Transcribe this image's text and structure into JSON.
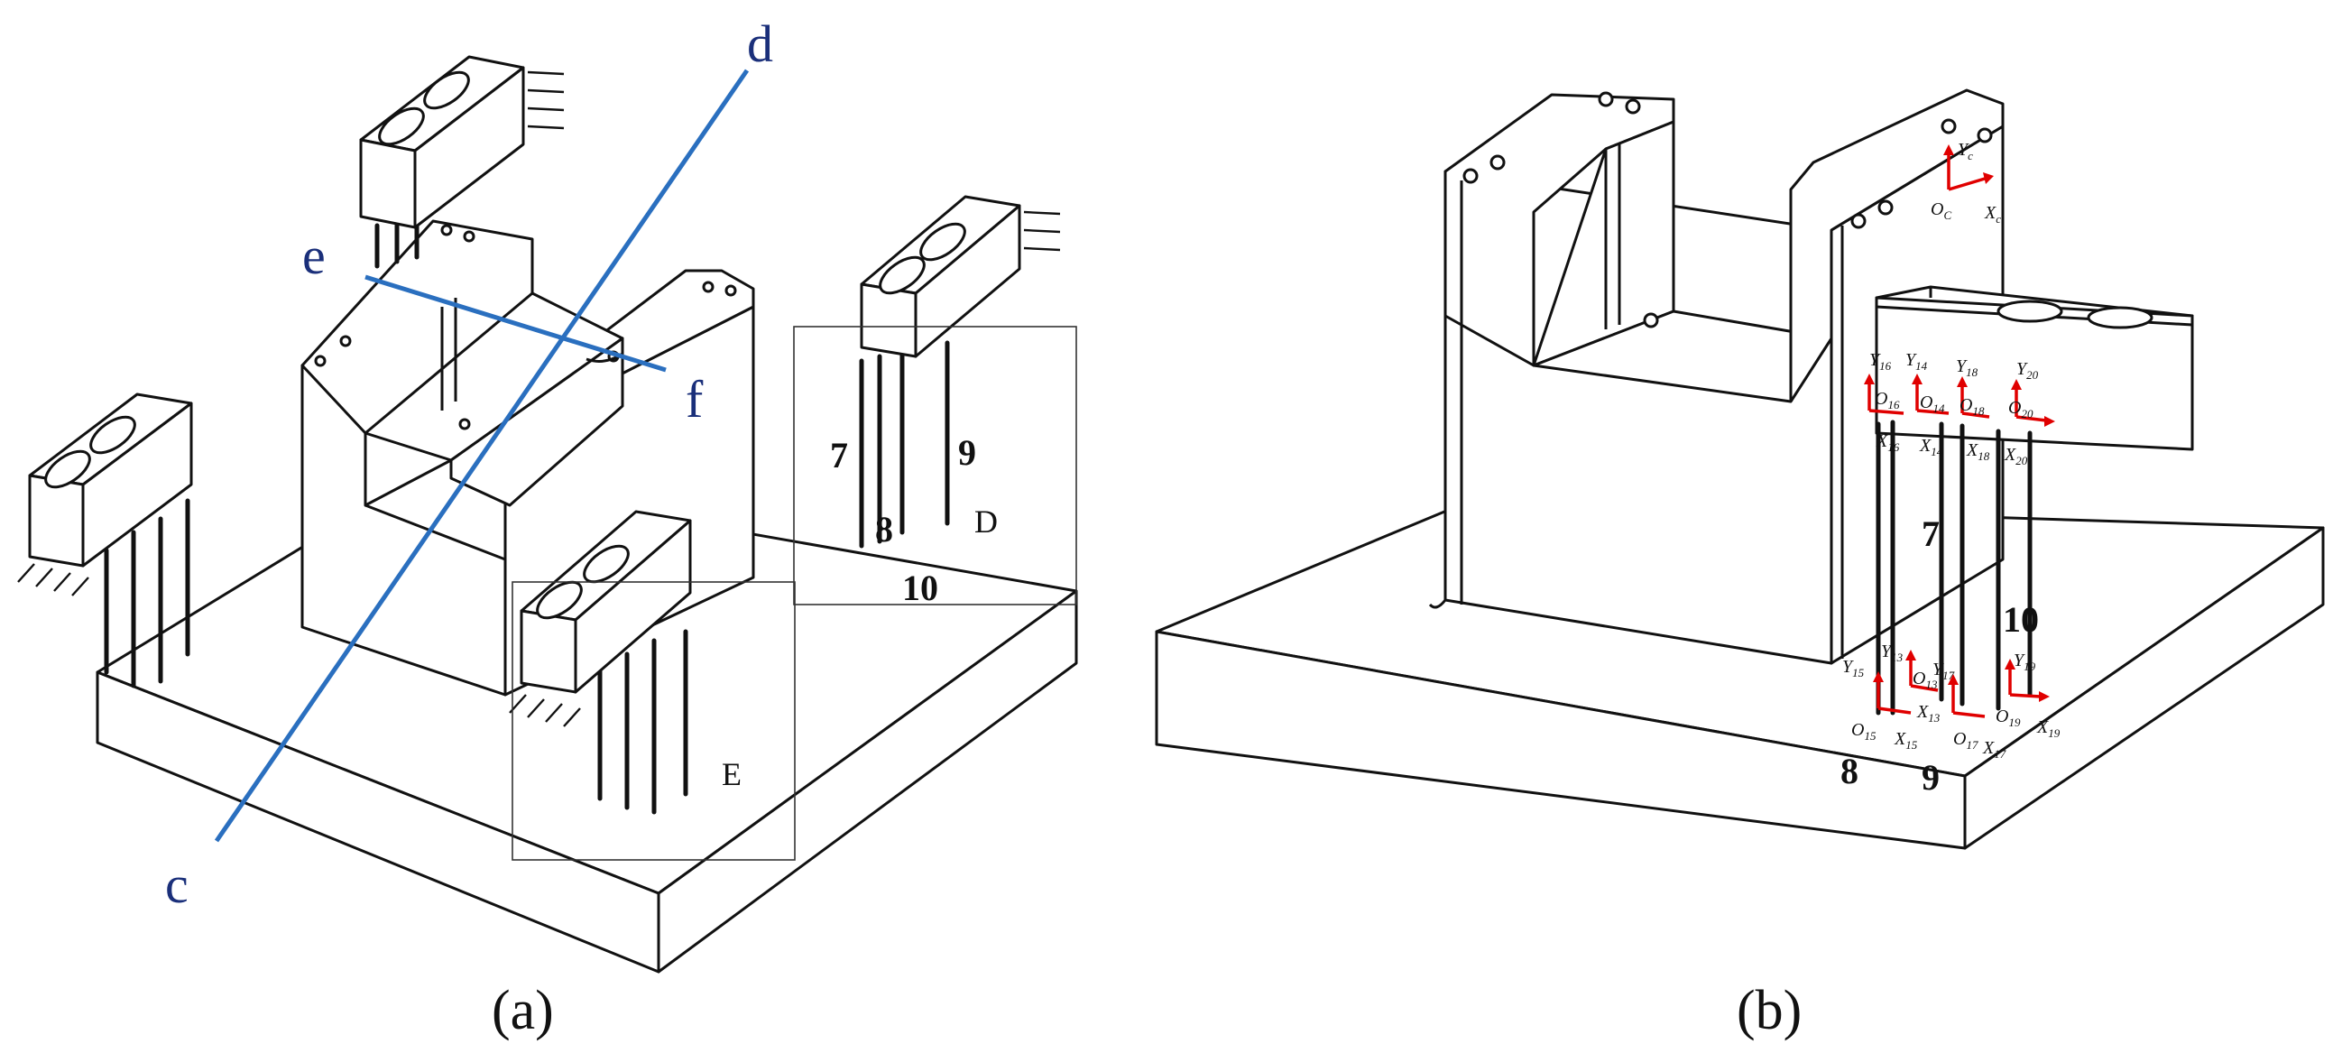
{
  "panel_a": {
    "caption": "(a)",
    "line_labels": {
      "c": "c",
      "d": "d",
      "e": "e",
      "f": "f"
    },
    "pin_labels": {
      "p7": "7",
      "p8": "8",
      "p9": "9",
      "p10": "10"
    },
    "box_labels": {
      "D": "D",
      "E": "E"
    },
    "colors": {
      "section_lines": "#2a6fbf",
      "labels": "#1a2f7a"
    }
  },
  "panel_b": {
    "caption": "(b)",
    "pin_labels": {
      "p7": "7",
      "p8": "8",
      "p9": "9",
      "p10": "10"
    },
    "coord_color": "#e00000",
    "frames": {
      "c": {
        "Y": "Y",
        "Ysub": "c",
        "O": "O",
        "Osub": "C",
        "X": "X",
        "Xsub": "c"
      },
      "16": {
        "Y": "Y",
        "Ysub": "16",
        "O": "O",
        "Osub": "16",
        "X": "X",
        "Xsub": "16"
      },
      "14": {
        "Y": "Y",
        "Ysub": "14",
        "O": "O",
        "Osub": "14",
        "X": "X",
        "Xsub": "14"
      },
      "18": {
        "Y": "Y",
        "Ysub": "18",
        "O": "O",
        "Osub": "18",
        "X": "X",
        "Xsub": "18"
      },
      "20": {
        "Y": "Y",
        "Ysub": "20",
        "O": "O",
        "Osub": "20",
        "X": "X",
        "Xsub": "20"
      },
      "15": {
        "Y": "Y",
        "Ysub": "15",
        "O": "O",
        "Osub": "15",
        "X": "X",
        "Xsub": "15"
      },
      "13": {
        "Y": "Y",
        "Ysub": "13",
        "O": "O",
        "Osub": "13",
        "X": "X",
        "Xsub": "13"
      },
      "17": {
        "Y": "Y",
        "Ysub": "17",
        "O": "O",
        "Osub": "17",
        "X": "X",
        "Xsub": "17"
      },
      "19": {
        "Y": "Y",
        "Ysub": "19",
        "O": "O",
        "Osub": "19",
        "X": "X",
        "Xsub": "19"
      }
    }
  }
}
